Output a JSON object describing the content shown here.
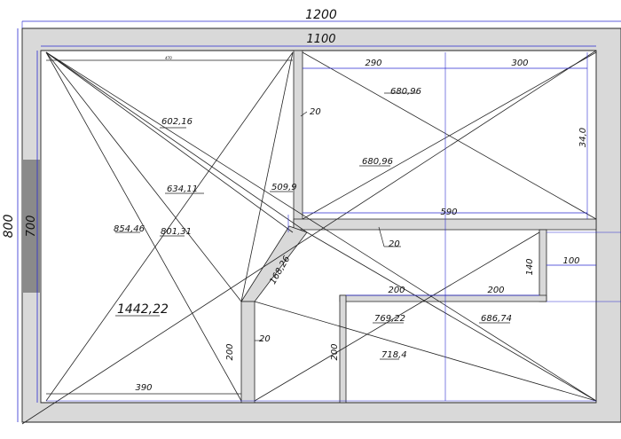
{
  "labels": {
    "outer_width": "1200",
    "inner_width": "1100",
    "outer_height": "800",
    "inner_height": "700",
    "d_290": "290",
    "d_300": "300",
    "d_680_96_a": "680,96",
    "d_680_96_b": "680,96",
    "d_20_right_of_wall": "20",
    "d_602_16": "602,16",
    "d_340": "34,0",
    "d_634_11": "634,11",
    "d_509_9": "509,9",
    "d_590": "590",
    "d_854_46": "854,46",
    "d_801_31": "801,31",
    "d_20_horizontal": "20",
    "d_168_26": "168,26",
    "d_140": "140",
    "d_100": "100",
    "d_200_a": "200",
    "d_200_b": "200",
    "d_1442_22": "1442,22",
    "d_769_22": "769,22",
    "d_686_74": "686,74",
    "d_20_bottom": "20",
    "d_200_left": "200",
    "d_200_right": "200",
    "d_718_4": "718,4",
    "d_390": "390",
    "tiny_text": "470"
  },
  "colors": {
    "wall_fill": "#d9d9d9",
    "door_fill": "#8a8a8a",
    "line": "#222222",
    "dimension_line": "#2a2ad0"
  }
}
